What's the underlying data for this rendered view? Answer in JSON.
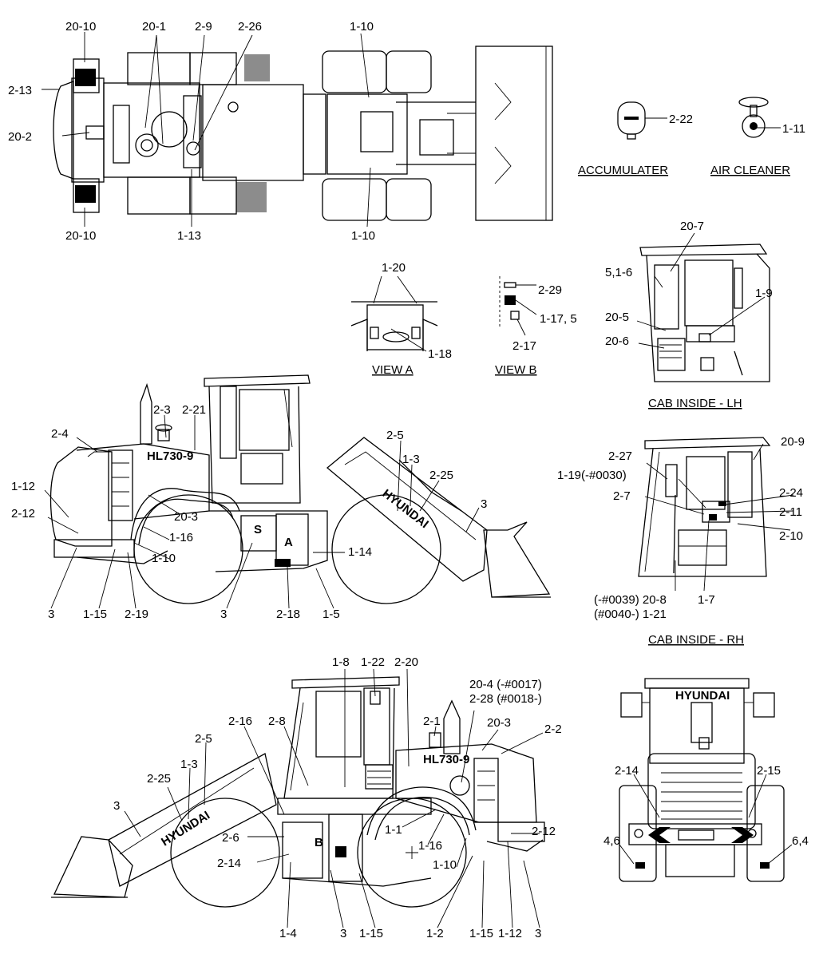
{
  "captions": {
    "accumulater": "ACCUMULATER",
    "air_cleaner": "AIR CLEANER",
    "view_a": "VIEW A",
    "view_b": "VIEW B",
    "cab_lh": "CAB INSIDE - LH",
    "cab_rh": "CAB INSIDE - RH"
  },
  "brand": {
    "hyundai": "HYUNDAI",
    "view_a_mark": "A",
    "view_b_mark": "B",
    "model_badge": "HL730-9"
  },
  "labels": {
    "top": [
      "20-10",
      "20-1",
      "2-9",
      "2-26",
      "1-10",
      "2-13",
      "20-2",
      "20-10",
      "1-13",
      "1-10"
    ],
    "accessories": [
      "2-22",
      "1-11"
    ],
    "view_a": [
      "1-20",
      "1-18"
    ],
    "view_b": [
      "2-29",
      "1-17, 5",
      "2-17"
    ],
    "cab_lh": [
      "20-7",
      "5,1-6",
      "1-9",
      "20-5",
      "20-6"
    ],
    "left_side": [
      "2-3",
      "2-21",
      "2-4",
      "2-5",
      "1-3",
      "2-25",
      "3",
      "1-12",
      "2-12",
      "20-3",
      "1-16",
      "1-10",
      "1-14",
      "3",
      "1-15",
      "2-19",
      "3",
      "2-18",
      "1-5"
    ],
    "cab_rh": [
      "2-27",
      "20-9",
      "1-19(-#0030)",
      "2-24",
      "2-7",
      "2-11",
      "2-10",
      "(-#0039) 20-8",
      "(#0040-) 1-21",
      "1-7"
    ],
    "right_side": [
      "1-8",
      "1-22",
      "2-20",
      "20-4 (-#0017)",
      "2-28 (#0018-)",
      "2-16",
      "2-1",
      "20-3",
      "2-2",
      "2-8",
      "2-5",
      "1-3",
      "2-25",
      "3",
      "2-6",
      "1-1",
      "1-16",
      "2-12",
      "2-14",
      "1-10",
      "1-4",
      "3",
      "1-15",
      "1-2",
      "1-15",
      "1-12",
      "3"
    ],
    "rear": [
      "2-14",
      "2-15",
      "4,6",
      "6,4"
    ]
  }
}
